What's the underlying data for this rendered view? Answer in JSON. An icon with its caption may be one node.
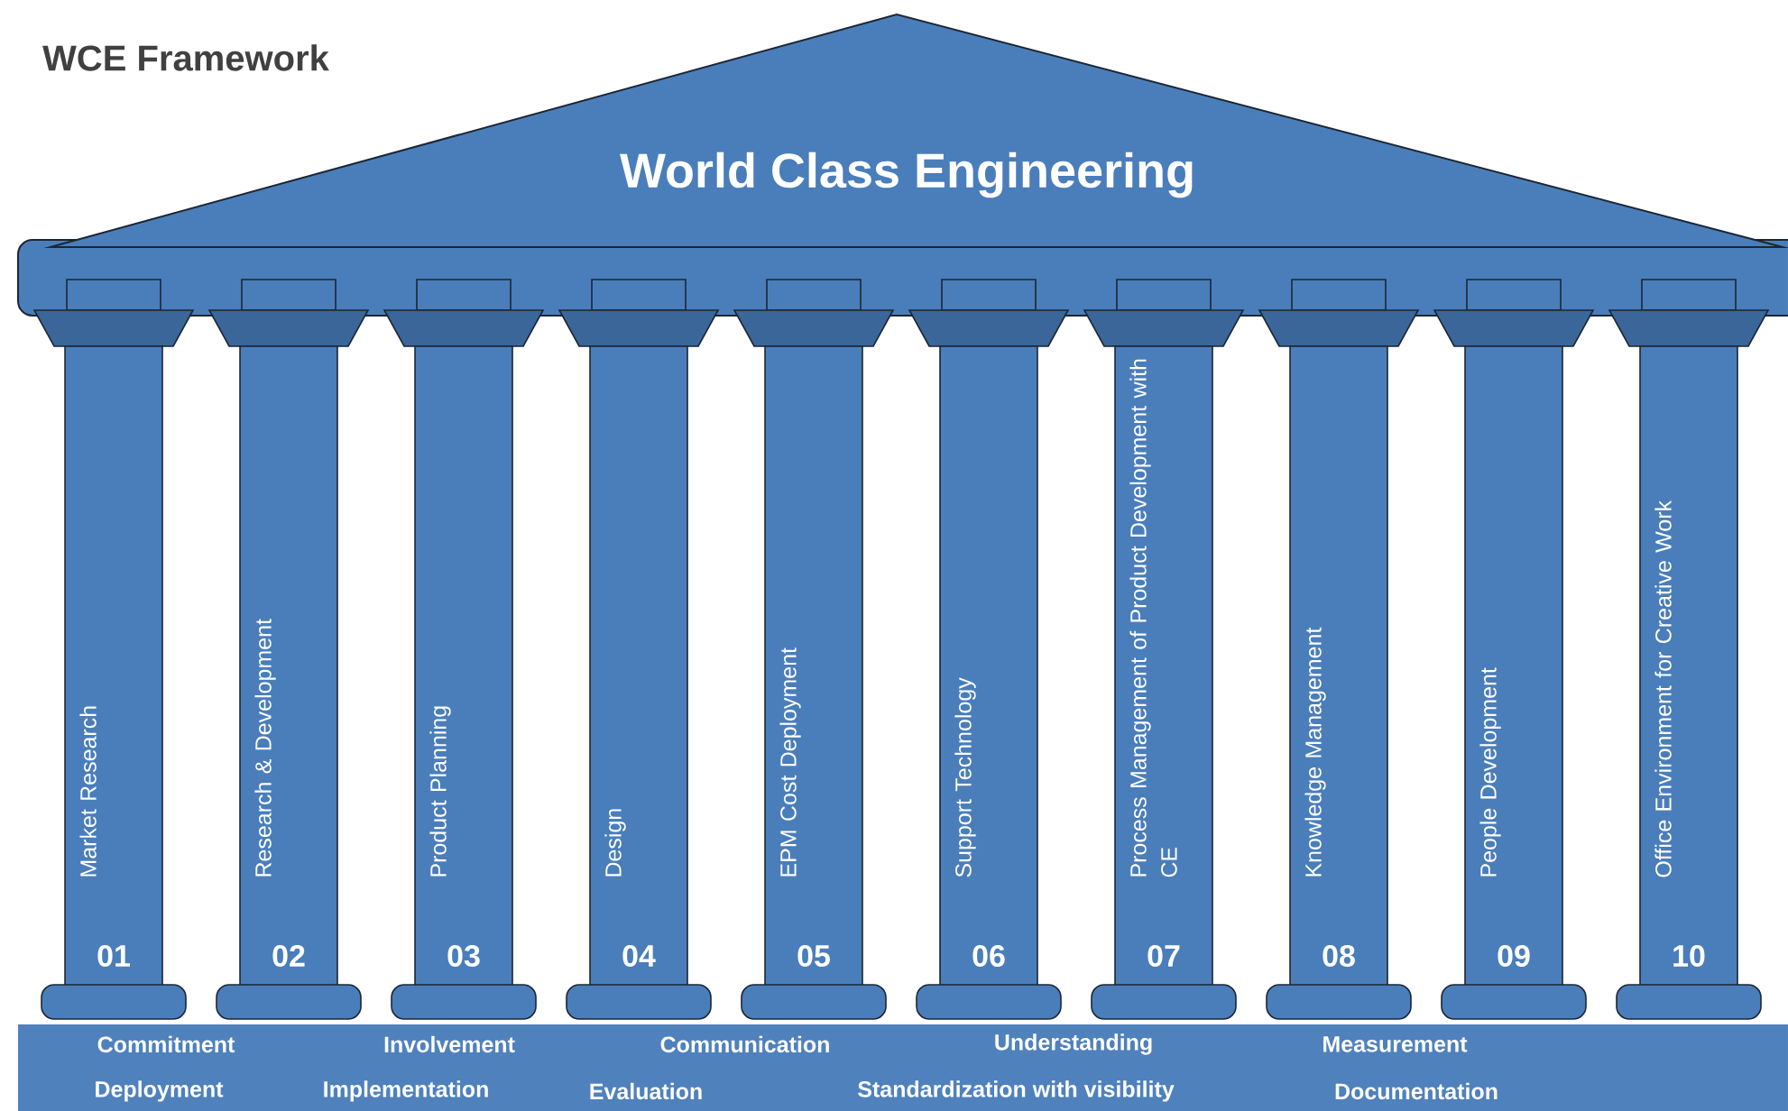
{
  "diagram": {
    "title": "WCE Framework",
    "nodes": [
      {
        "text": [
          "World Class Engineering"
        ]
      },
      {
        "text": [
          "Market Research",
          "01"
        ]
      },
      {
        "text": [
          "Research & Development",
          "02"
        ]
      },
      {
        "text": [
          "Product Planning",
          "03"
        ]
      },
      {
        "text": [
          "Design",
          "04"
        ]
      },
      {
        "text": [
          "EPM Cost Deployment",
          "05"
        ]
      },
      {
        "text": [
          "Support Technology",
          "06"
        ]
      },
      {
        "text": [
          "Process Management of Product Development with CE",
          "07"
        ]
      },
      {
        "text": [
          "Knowledge Management",
          "08"
        ]
      },
      {
        "text": [
          "People Development",
          "09"
        ]
      },
      {
        "text": [
          "Office Environment for Creative Work",
          "10"
        ]
      },
      {
        "text": [
          "Commitment",
          "Involvement",
          "Communication",
          "Understanding",
          "Measurement",
          "Deployment",
          "Implementation",
          "Evaluation",
          "Standardization with visibility",
          "Documentation"
        ]
      }
    ]
  }
}
